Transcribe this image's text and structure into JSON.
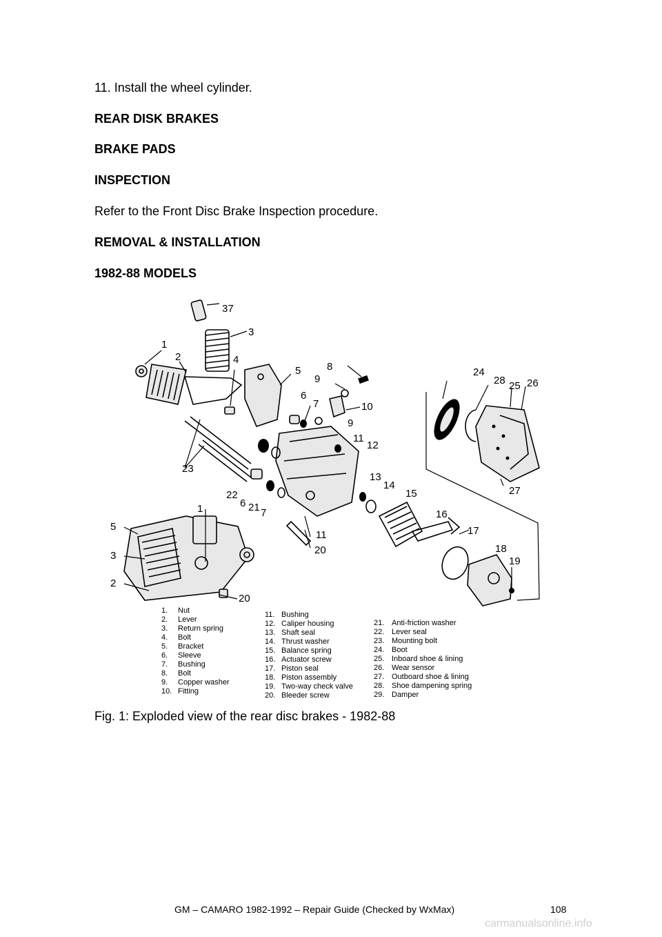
{
  "step": "11. Install the wheel cylinder.",
  "headings": {
    "rear_disk_brakes": "REAR DISK BRAKES",
    "brake_pads": "BRAKE PADS",
    "inspection": "INSPECTION",
    "removal_installation": "REMOVAL & INSTALLATION",
    "models": "1982-88 MODELS"
  },
  "inspection_text": "Refer to the Front Disc Brake Inspection procedure.",
  "figure": {
    "callouts": [
      "37",
      "3",
      "1",
      "2",
      "4",
      "5",
      "8",
      "9",
      "6",
      "7",
      "10",
      "9",
      "11",
      "12",
      "24",
      "28",
      "25",
      "26",
      "23",
      "22",
      "6",
      "21",
      "7",
      "13",
      "14",
      "15",
      "27",
      "1",
      "5",
      "3",
      "2",
      "20",
      "11",
      "20",
      "16",
      "17",
      "18",
      "19"
    ],
    "legend_col1": [
      {
        "num": "1.",
        "label": "Nut"
      },
      {
        "num": "2.",
        "label": "Lever"
      },
      {
        "num": "3.",
        "label": "Return spring"
      },
      {
        "num": "4.",
        "label": "Bolt"
      },
      {
        "num": "5.",
        "label": "Bracket"
      },
      {
        "num": "6.",
        "label": "Sleeve"
      },
      {
        "num": "7.",
        "label": "Bushing"
      },
      {
        "num": "8.",
        "label": "Bolt"
      },
      {
        "num": "9.",
        "label": "Copper washer"
      },
      {
        "num": "10.",
        "label": "Fitting"
      }
    ],
    "legend_col2": [
      {
        "num": "11.",
        "label": "Bushing"
      },
      {
        "num": "12.",
        "label": "Caliper housing"
      },
      {
        "num": "13.",
        "label": "Shaft seal"
      },
      {
        "num": "14.",
        "label": "Thrust washer"
      },
      {
        "num": "15.",
        "label": "Balance spring"
      },
      {
        "num": "16.",
        "label": "Actuator screw"
      },
      {
        "num": "17.",
        "label": "Piston seal"
      },
      {
        "num": "18.",
        "label": "Piston assembly"
      },
      {
        "num": "19.",
        "label": "Two-way check valve"
      },
      {
        "num": "20.",
        "label": "Bleeder screw"
      }
    ],
    "legend_col3": [
      {
        "num": "21.",
        "label": "Anti-friction washer"
      },
      {
        "num": "22.",
        "label": "Lever seal"
      },
      {
        "num": "23.",
        "label": "Mounting bolt"
      },
      {
        "num": "24.",
        "label": "Boot"
      },
      {
        "num": "25.",
        "label": "Inboard shoe & lining"
      },
      {
        "num": "26.",
        "label": "Wear sensor"
      },
      {
        "num": "27.",
        "label": "Outboard shoe & lining"
      },
      {
        "num": "28.",
        "label": "Shoe dampening spring"
      },
      {
        "num": "29.",
        "label": "Damper"
      }
    ]
  },
  "caption": "Fig. 1: Exploded view of the rear disc brakes - 1982-88",
  "footer": {
    "title": "GM – CAMARO 1982-1992 – Repair Guide (Checked by WxMax)",
    "page": "108"
  },
  "watermark": "carmanualsonline.info"
}
